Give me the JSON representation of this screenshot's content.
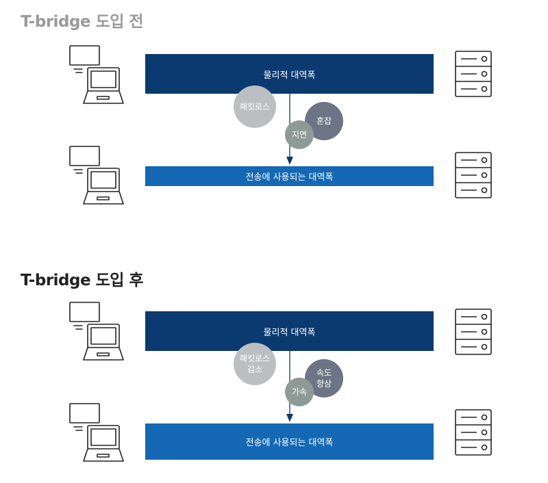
{
  "before": {
    "title": "T-bridge 도입 전",
    "physical_band_label": "물리적 대역폭",
    "used_band_label": "전송에 사용되는 대역폭",
    "bubbles": {
      "packet_loss": "패킷로스",
      "latency": "지연",
      "congestion": "혼잡"
    }
  },
  "after": {
    "title": "T-bridge 도입 후",
    "physical_band_label": "물리적 대역폭",
    "used_band_label": "전송에 사용되는 대역폭",
    "bubbles": {
      "packet_loss": "패킷로스\n감소",
      "latency": "가속",
      "congestion": "속도\n향상"
    }
  },
  "icons": {
    "client": "computer-icon",
    "server": "server-icon"
  },
  "colors": {
    "physical_band": "#0a3a70",
    "used_band": "#1468b4",
    "packet_loss_bubble": "#bcbfc2",
    "latency_bubble": "#8e9a96",
    "congestion_bubble": "#6b7585",
    "arrow": "#0a3a70"
  }
}
